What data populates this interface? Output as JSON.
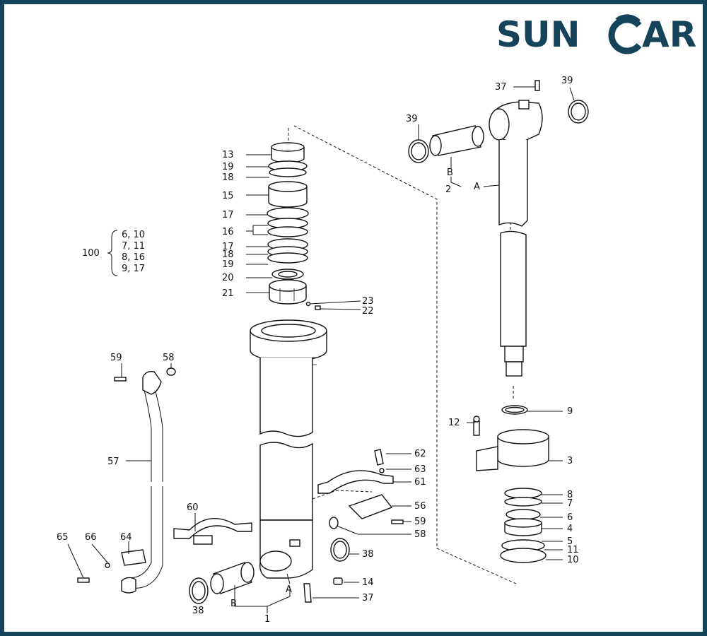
{
  "logo": {
    "text_a": "SUN",
    "text_b": "AR",
    "color": "#14435a"
  },
  "brace": {
    "main": "100",
    "items": [
      "6, 10",
      "7, 11",
      "8, 16",
      "9, 17"
    ]
  },
  "labels": {
    "p1": "1",
    "p2": "2",
    "p3": "3",
    "p4": "4",
    "p5": "5",
    "p6": "6",
    "p7": "7",
    "p8": "8",
    "p9": "9",
    "p10": "10",
    "p11": "11",
    "p12": "12",
    "p13": "13",
    "p14": "14",
    "p15": "15",
    "p16": "16",
    "p17a": "17",
    "p17b": "17",
    "p18a": "18",
    "p18b": "18",
    "p19a": "19",
    "p19b": "19",
    "p20": "20",
    "p21": "21",
    "p22": "22",
    "p23": "23",
    "p37a": "37",
    "p37b": "37",
    "p38a": "38",
    "p38b": "38",
    "p39a": "39",
    "p39b": "39",
    "p56": "56",
    "p57": "57",
    "p58a": "58",
    "p58b": "58",
    "p59a": "59",
    "p59b": "59",
    "p60": "60",
    "p61": "61",
    "p62": "62",
    "p63": "63",
    "p64": "64",
    "p65": "65",
    "p66": "66",
    "refA1": "A",
    "refA2": "A",
    "refB1": "B",
    "refB2": "B"
  }
}
